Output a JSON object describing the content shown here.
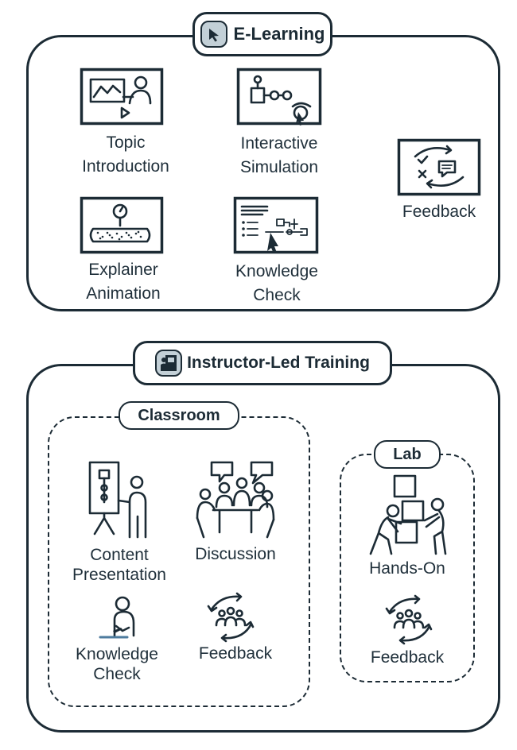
{
  "elearning": {
    "title": "E-Learning",
    "items": {
      "topic": "Topic\nIntroduction",
      "simulation": "Interactive\nSimulation",
      "feedback": "Feedback",
      "animation": "Explainer\nAnimation",
      "knowledge": "Knowledge\nCheck"
    }
  },
  "ilt": {
    "title": "Instructor-Led Training",
    "classroom": {
      "title": "Classroom",
      "items": {
        "presentation": "Content\nPresentation",
        "discussion": "Discussion",
        "knowledge": "Knowledge\nCheck",
        "feedback": "Feedback"
      }
    },
    "lab": {
      "title": "Lab",
      "items": {
        "handson": "Hands-On",
        "feedback": "Feedback"
      }
    }
  },
  "colors": {
    "stroke": "#1c2b35",
    "icon_accent": "#8aa1ad"
  }
}
